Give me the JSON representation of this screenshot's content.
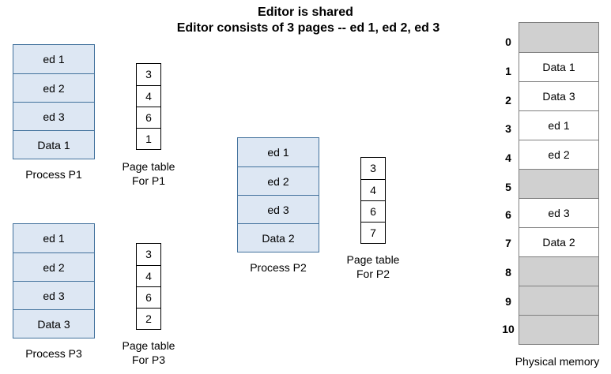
{
  "title_line1": "Editor is shared",
  "title_line2": "Editor consists of 3 pages --  ed 1, ed 2, ed 3",
  "processes": [
    {
      "name": "Process P1",
      "pages": [
        "ed 1",
        "ed 2",
        "ed 3",
        "Data 1"
      ]
    },
    {
      "name": "Process P2",
      "pages": [
        "ed 1",
        "ed 2",
        "ed 3",
        "Data 2"
      ]
    },
    {
      "name": "Process P3",
      "pages": [
        "ed 1",
        "ed 2",
        "ed 3",
        "Data 3"
      ]
    }
  ],
  "page_tables": [
    {
      "label_line1": "Page table",
      "label_line2": "For P1",
      "entries": [
        "3",
        "4",
        "6",
        "1"
      ]
    },
    {
      "label_line1": "Page table",
      "label_line2": "For P2",
      "entries": [
        "3",
        "4",
        "6",
        "7"
      ]
    },
    {
      "label_line1": "Page table",
      "label_line2": "For P3",
      "entries": [
        "3",
        "4",
        "6",
        "2"
      ]
    }
  ],
  "physical_memory": {
    "label": "Physical memory",
    "frames": [
      {
        "index": "0",
        "content": ""
      },
      {
        "index": "1",
        "content": "Data 1"
      },
      {
        "index": "2",
        "content": "Data 3"
      },
      {
        "index": "3",
        "content": "ed 1"
      },
      {
        "index": "4",
        "content": "ed 2"
      },
      {
        "index": "5",
        "content": ""
      },
      {
        "index": "6",
        "content": "ed 3"
      },
      {
        "index": "7",
        "content": "Data 2"
      },
      {
        "index": "8",
        "content": ""
      },
      {
        "index": "9",
        "content": ""
      },
      {
        "index": "10",
        "content": ""
      }
    ]
  }
}
